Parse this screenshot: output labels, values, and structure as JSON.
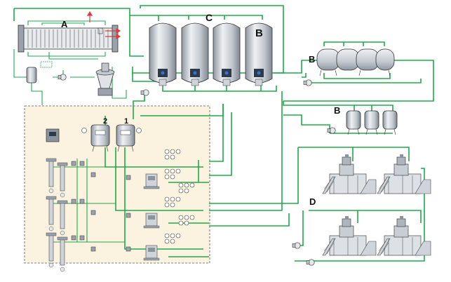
{
  "labels": {
    "a": "A",
    "c": "C",
    "b_large_tank": "B",
    "b_horizontal_tanks": "B",
    "b_small_tanks": "B",
    "d": "D",
    "tank_1": "1",
    "tank_2": "2"
  },
  "colors": {
    "pipe": "#1faa4c",
    "process_area_fill": "#fbf3df",
    "process_area_border": "#555555",
    "steam_arrow": "#e23a3a",
    "tank_body": "#cfd4da"
  },
  "icons": {
    "tank": "vertical-cylindrical-tank-icon",
    "plate_heat_exchanger": "plate-heat-exchanger-icon",
    "separator": "centrifugal-separator-icon",
    "pump": "pump-icon",
    "filling_machine": "filling-machine-icon",
    "control_panel": "control-panel-icon"
  }
}
